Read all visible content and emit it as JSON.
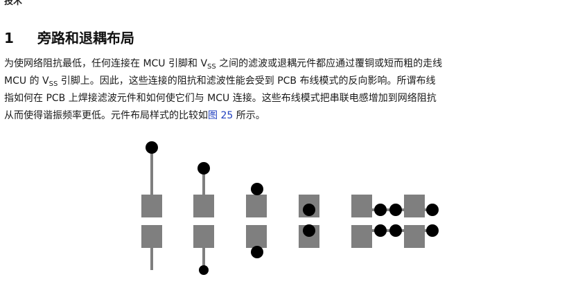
{
  "header_fragment": "技术",
  "section": {
    "number": "1",
    "title": "旁路和退耦布局"
  },
  "paragraph": {
    "line1_a": "为使网络阻抗最低，任何连接在 MCU 引脚和 V",
    "line1_sub": "SS",
    "line1_b": " 之间的滤波或退耦元件都应通过覆铜或短而粗的走线",
    "line2_a": "MCU 的 V",
    "line2_sub": "SS",
    "line2_b": " 引脚上。因此，这些连接的阻抗和滤波性能会受到 PCB 布线模式的反向影响。所谓布线",
    "line3": "指如何在 PCB 上焊接滤波元件和如何使它们与 MCU 连接。这些布线模式把串联电感增加到网络阻抗",
    "line4_a": "从而使得谐振频率更低。元件布局样式的比较如",
    "line4_link": "图 25",
    "line4_b": " 所示。"
  },
  "colors": {
    "pad": "#7f7f7f",
    "via": "#000000",
    "trace": "#7f7f7f",
    "link": "#1f3fbf"
  }
}
